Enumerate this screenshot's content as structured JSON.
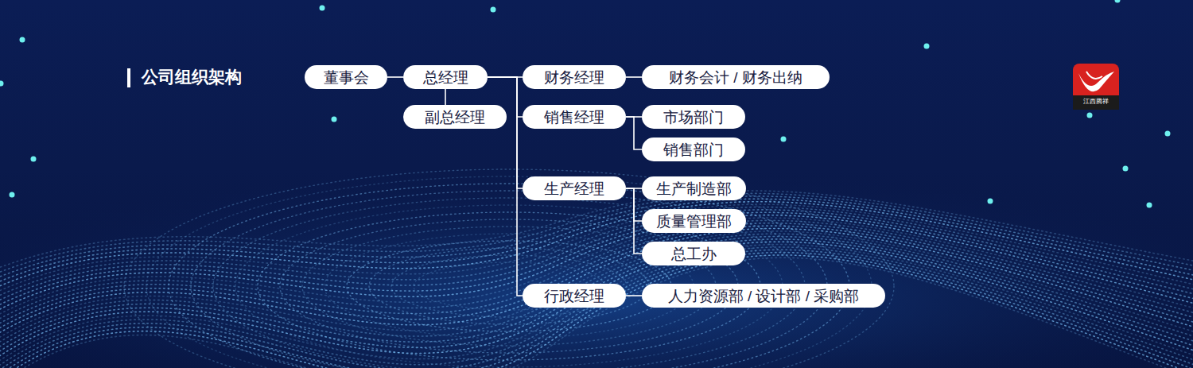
{
  "diagram": {
    "title": "公司组织架构",
    "nodes": [
      {
        "text": [
          "董事会"
        ]
      },
      {
        "text": [
          "总经理"
        ]
      },
      {
        "text": [
          "副总经理"
        ]
      },
      {
        "text": [
          "财务经理"
        ]
      },
      {
        "text": [
          "财务会计 / 财务出纳"
        ]
      },
      {
        "text": [
          "销售经理"
        ]
      },
      {
        "text": [
          "市场部门"
        ]
      },
      {
        "text": [
          "销售部门"
        ]
      },
      {
        "text": [
          "生产经理"
        ]
      },
      {
        "text": [
          "生产制造部"
        ]
      },
      {
        "text": [
          "质量管理部"
        ]
      },
      {
        "text": [
          "总工办"
        ]
      },
      {
        "text": [
          "行政经理"
        ]
      },
      {
        "text": [
          "人力资源部 / 设计部 / 采购部"
        ]
      }
    ],
    "edges": [
      {
        "from": 0,
        "to": 1,
        "arrow": "none"
      },
      {
        "from": 1,
        "to": 2,
        "arrow": "none"
      },
      {
        "from": 1,
        "to": 3,
        "arrow": "none"
      },
      {
        "from": 1,
        "to": 5,
        "arrow": "none"
      },
      {
        "from": 1,
        "to": 8,
        "arrow": "none"
      },
      {
        "from": 1,
        "to": 12,
        "arrow": "none"
      },
      {
        "from": 3,
        "to": 4,
        "arrow": "none"
      },
      {
        "from": 5,
        "to": 6,
        "arrow": "none"
      },
      {
        "from": 5,
        "to": 7,
        "arrow": "none"
      },
      {
        "from": 8,
        "to": 9,
        "arrow": "none"
      },
      {
        "from": 8,
        "to": 10,
        "arrow": "none"
      },
      {
        "from": 8,
        "to": 11,
        "arrow": "none"
      },
      {
        "from": 12,
        "to": 13,
        "arrow": "none"
      }
    ],
    "labels": [
      "江西腾祥"
    ]
  }
}
